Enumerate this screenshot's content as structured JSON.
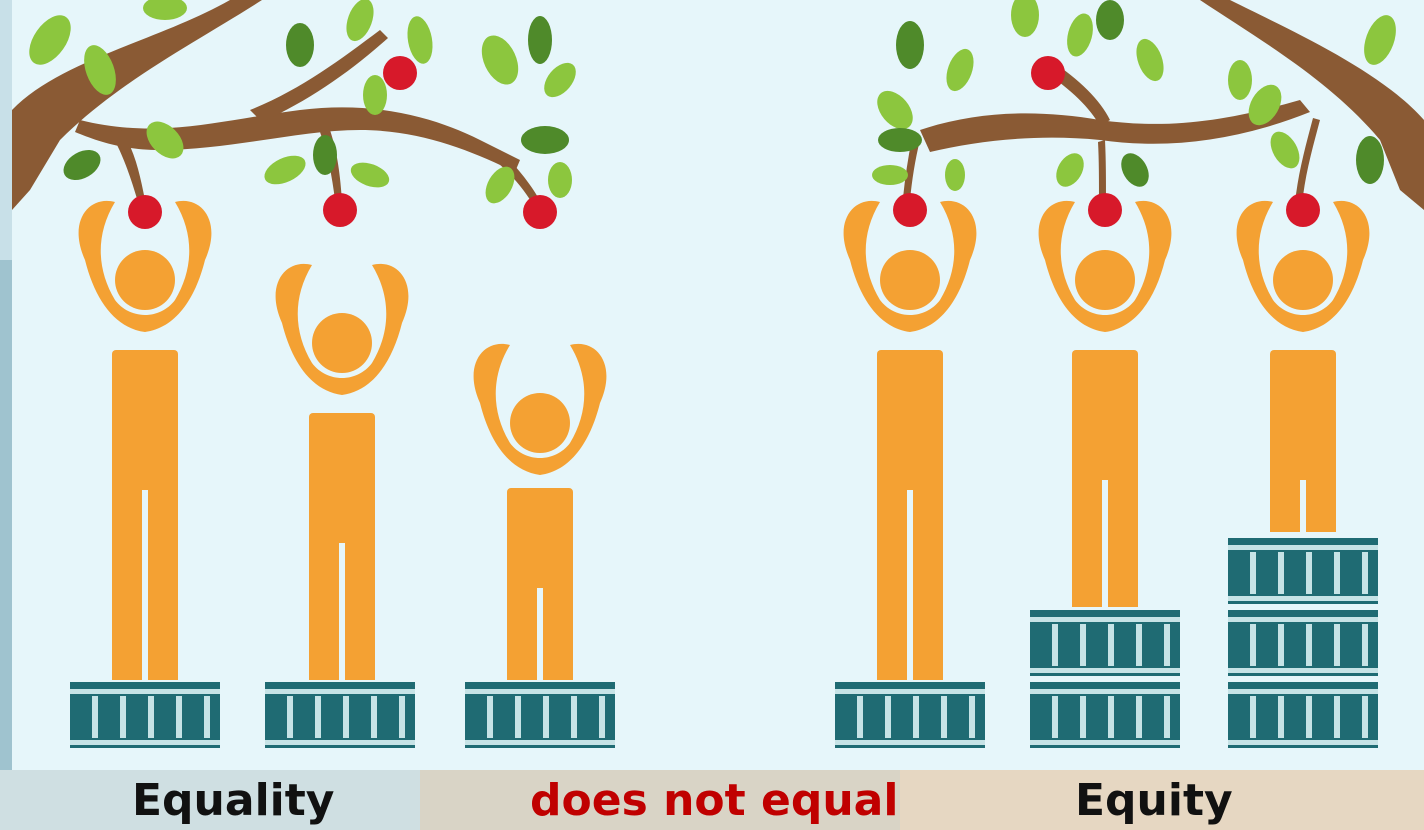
{
  "captions": {
    "left": "Equality",
    "middle": "does not equal",
    "right": "Equity"
  },
  "colors": {
    "panel_bg": "#e6f6fa",
    "branch": "#8a5a34",
    "leaf_light": "#8cc63e",
    "leaf_dark": "#4f8a2a",
    "apple": "#d7192a",
    "person": "#f4a133",
    "box": "#1f6b73",
    "box_stripe": "#c6e3e6",
    "middle_text": "#c00000"
  },
  "icons": {
    "people": "person-reaching-icon",
    "boxes": "crate-icon",
    "apples": "apple-icon"
  }
}
